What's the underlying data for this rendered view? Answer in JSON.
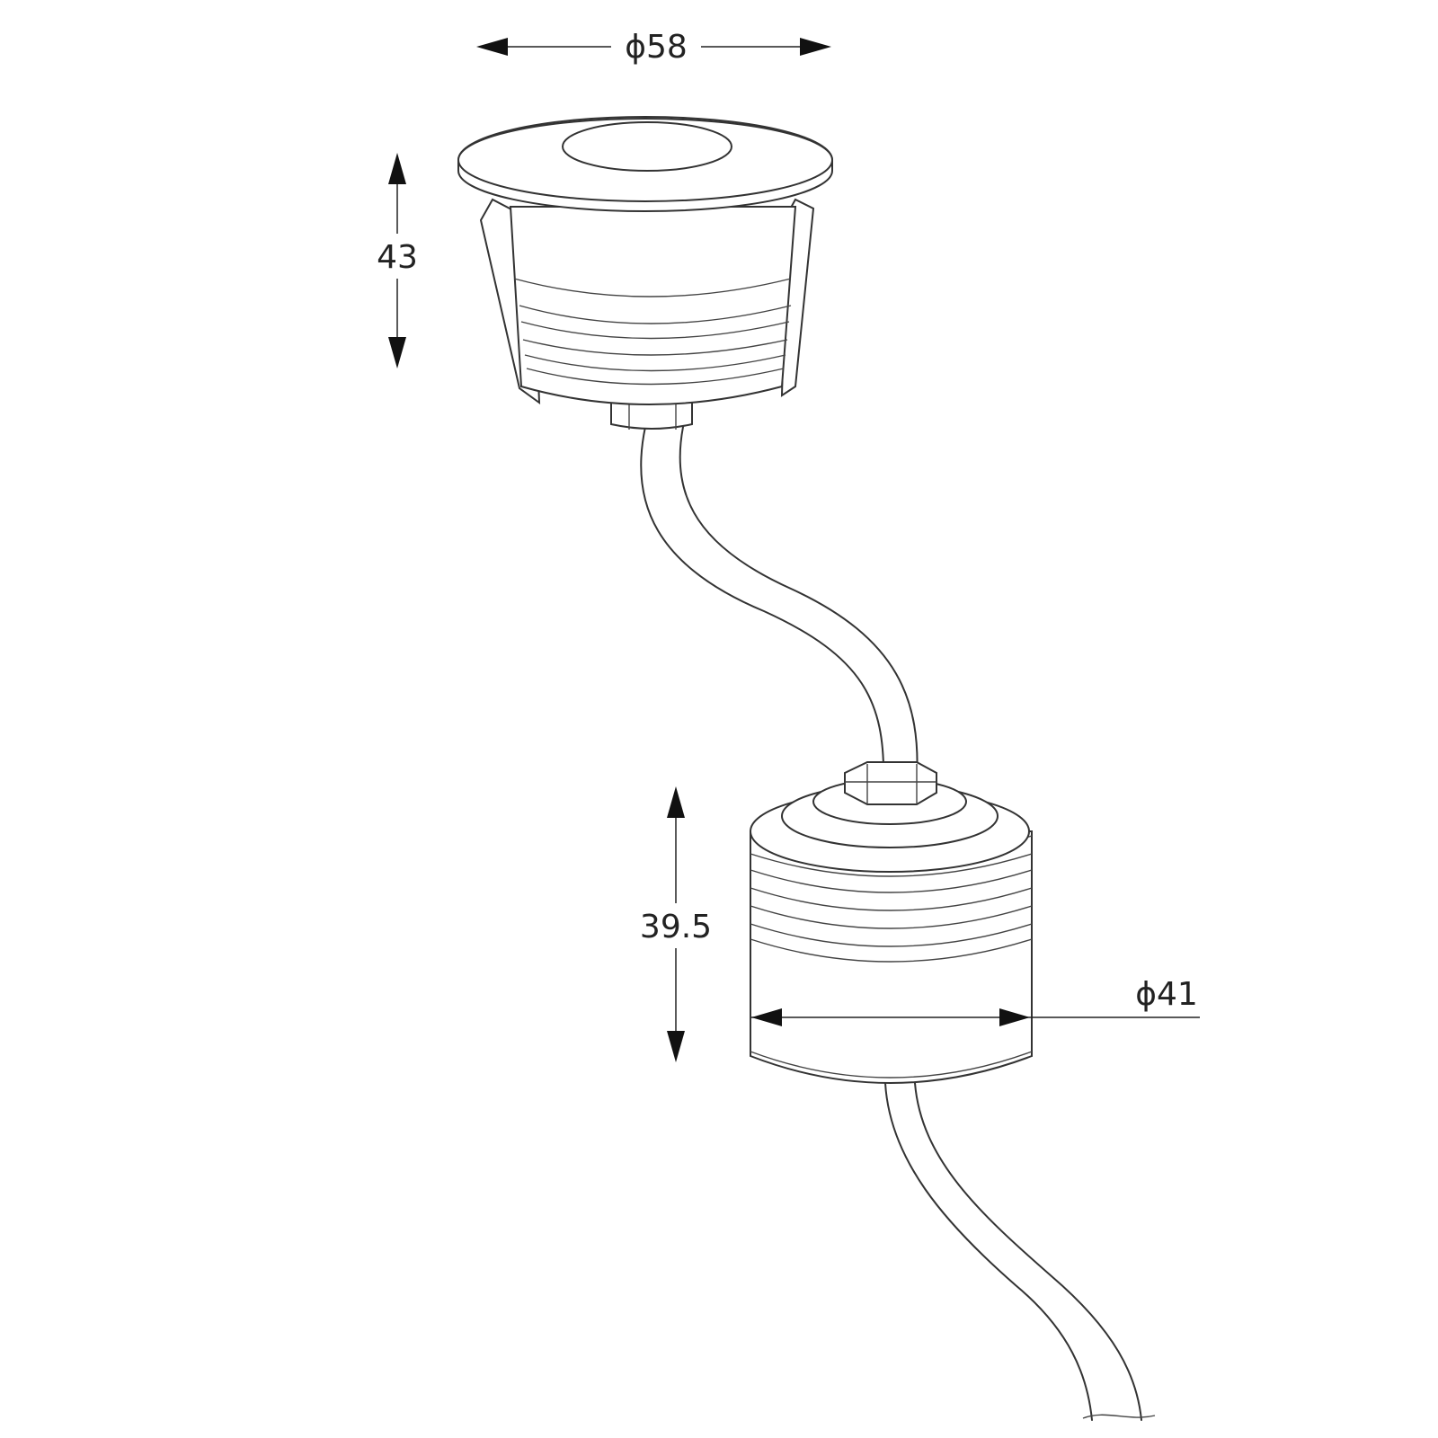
{
  "dimensions": {
    "top_diameter": "ϕ58",
    "top_height": "43",
    "bottom_height": "39.5",
    "bottom_diameter": "ϕ41"
  },
  "colors": {
    "line": "#333333",
    "background": "#ffffff"
  }
}
